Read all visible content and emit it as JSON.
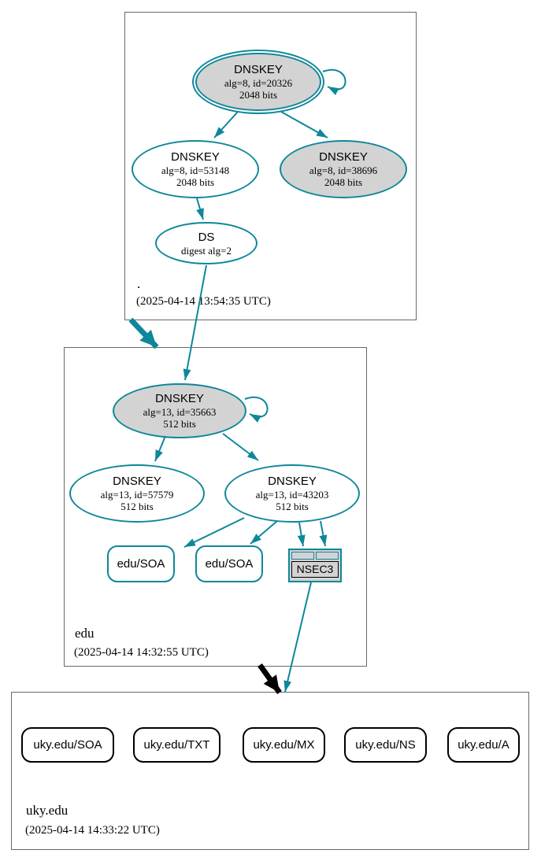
{
  "diagram": {
    "type": "dnssec-authentication-chain",
    "colors": {
      "secure": "#0e879a",
      "insecure": "#000000",
      "key_fill_gray": "#d3d3d3",
      "node_fill_white": "#ffffff"
    }
  },
  "zones": {
    "root": {
      "label": ".",
      "timestamp": "(2025-04-14 13:54:35 UTC)",
      "nodes": {
        "ksk": {
          "title": "DNSKEY",
          "alg": "alg=8, id=20326",
          "bits": "2048 bits"
        },
        "zsk": {
          "title": "DNSKEY",
          "alg": "alg=8, id=53148",
          "bits": "2048 bits"
        },
        "key38696": {
          "title": "DNSKEY",
          "alg": "alg=8, id=38696",
          "bits": "2048 bits"
        },
        "ds": {
          "title": "DS",
          "detail": "digest alg=2"
        }
      }
    },
    "edu": {
      "label": "edu",
      "timestamp": "(2025-04-14 14:32:55 UTC)",
      "nodes": {
        "ksk": {
          "title": "DNSKEY",
          "alg": "alg=13, id=35663",
          "bits": "512 bits"
        },
        "zsk1": {
          "title": "DNSKEY",
          "alg": "alg=13, id=57579",
          "bits": "512 bits"
        },
        "zsk2": {
          "title": "DNSKEY",
          "alg": "alg=13, id=43203",
          "bits": "512 bits"
        },
        "soa1": {
          "label": "edu/SOA"
        },
        "soa2": {
          "label": "edu/SOA"
        },
        "nsec3": {
          "label": "NSEC3"
        }
      }
    },
    "uky": {
      "label": "uky.edu",
      "timestamp": "(2025-04-14 14:33:22 UTC)",
      "rrsets": [
        "uky.edu/SOA",
        "uky.edu/TXT",
        "uky.edu/MX",
        "uky.edu/NS",
        "uky.edu/A"
      ]
    }
  }
}
